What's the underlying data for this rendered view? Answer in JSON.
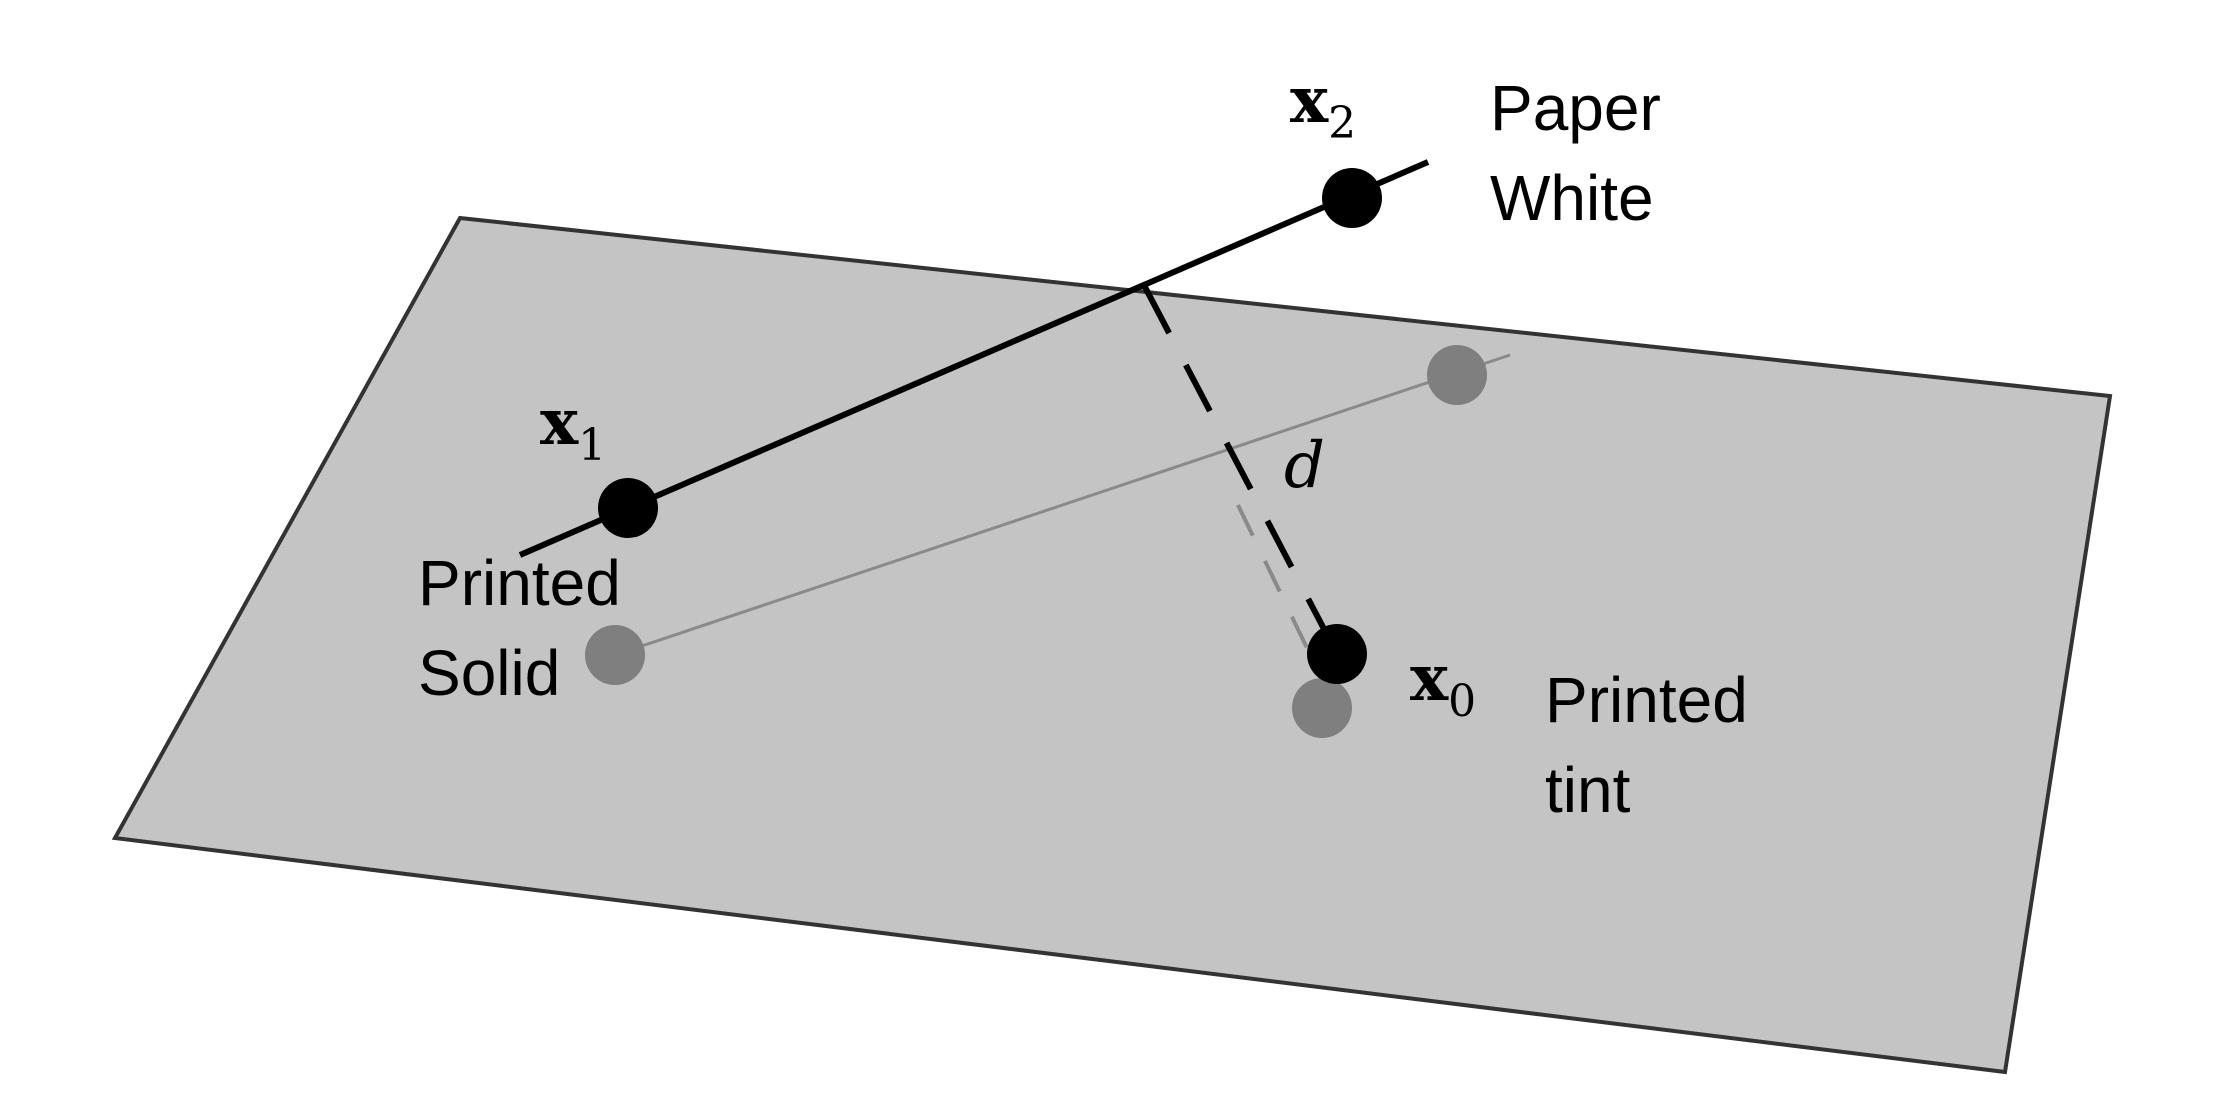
{
  "points": {
    "x1": {
      "base": "x",
      "sub": "1"
    },
    "x2": {
      "base": "x",
      "sub": "2"
    },
    "x0": {
      "base": "x",
      "sub": "0"
    }
  },
  "distance": {
    "symbol": "d"
  },
  "labels": {
    "paper_white": [
      "Paper",
      "White"
    ],
    "printed_solid": [
      "Printed",
      "Solid"
    ],
    "printed_tint": [
      "Printed",
      "tint"
    ]
  },
  "colors": {
    "plane_fill": "#c4c4c4",
    "plane_stroke": "#333333",
    "point_black": "#000000",
    "point_gray": "#7f7f7f",
    "projection_line": "#8a8a8a"
  }
}
